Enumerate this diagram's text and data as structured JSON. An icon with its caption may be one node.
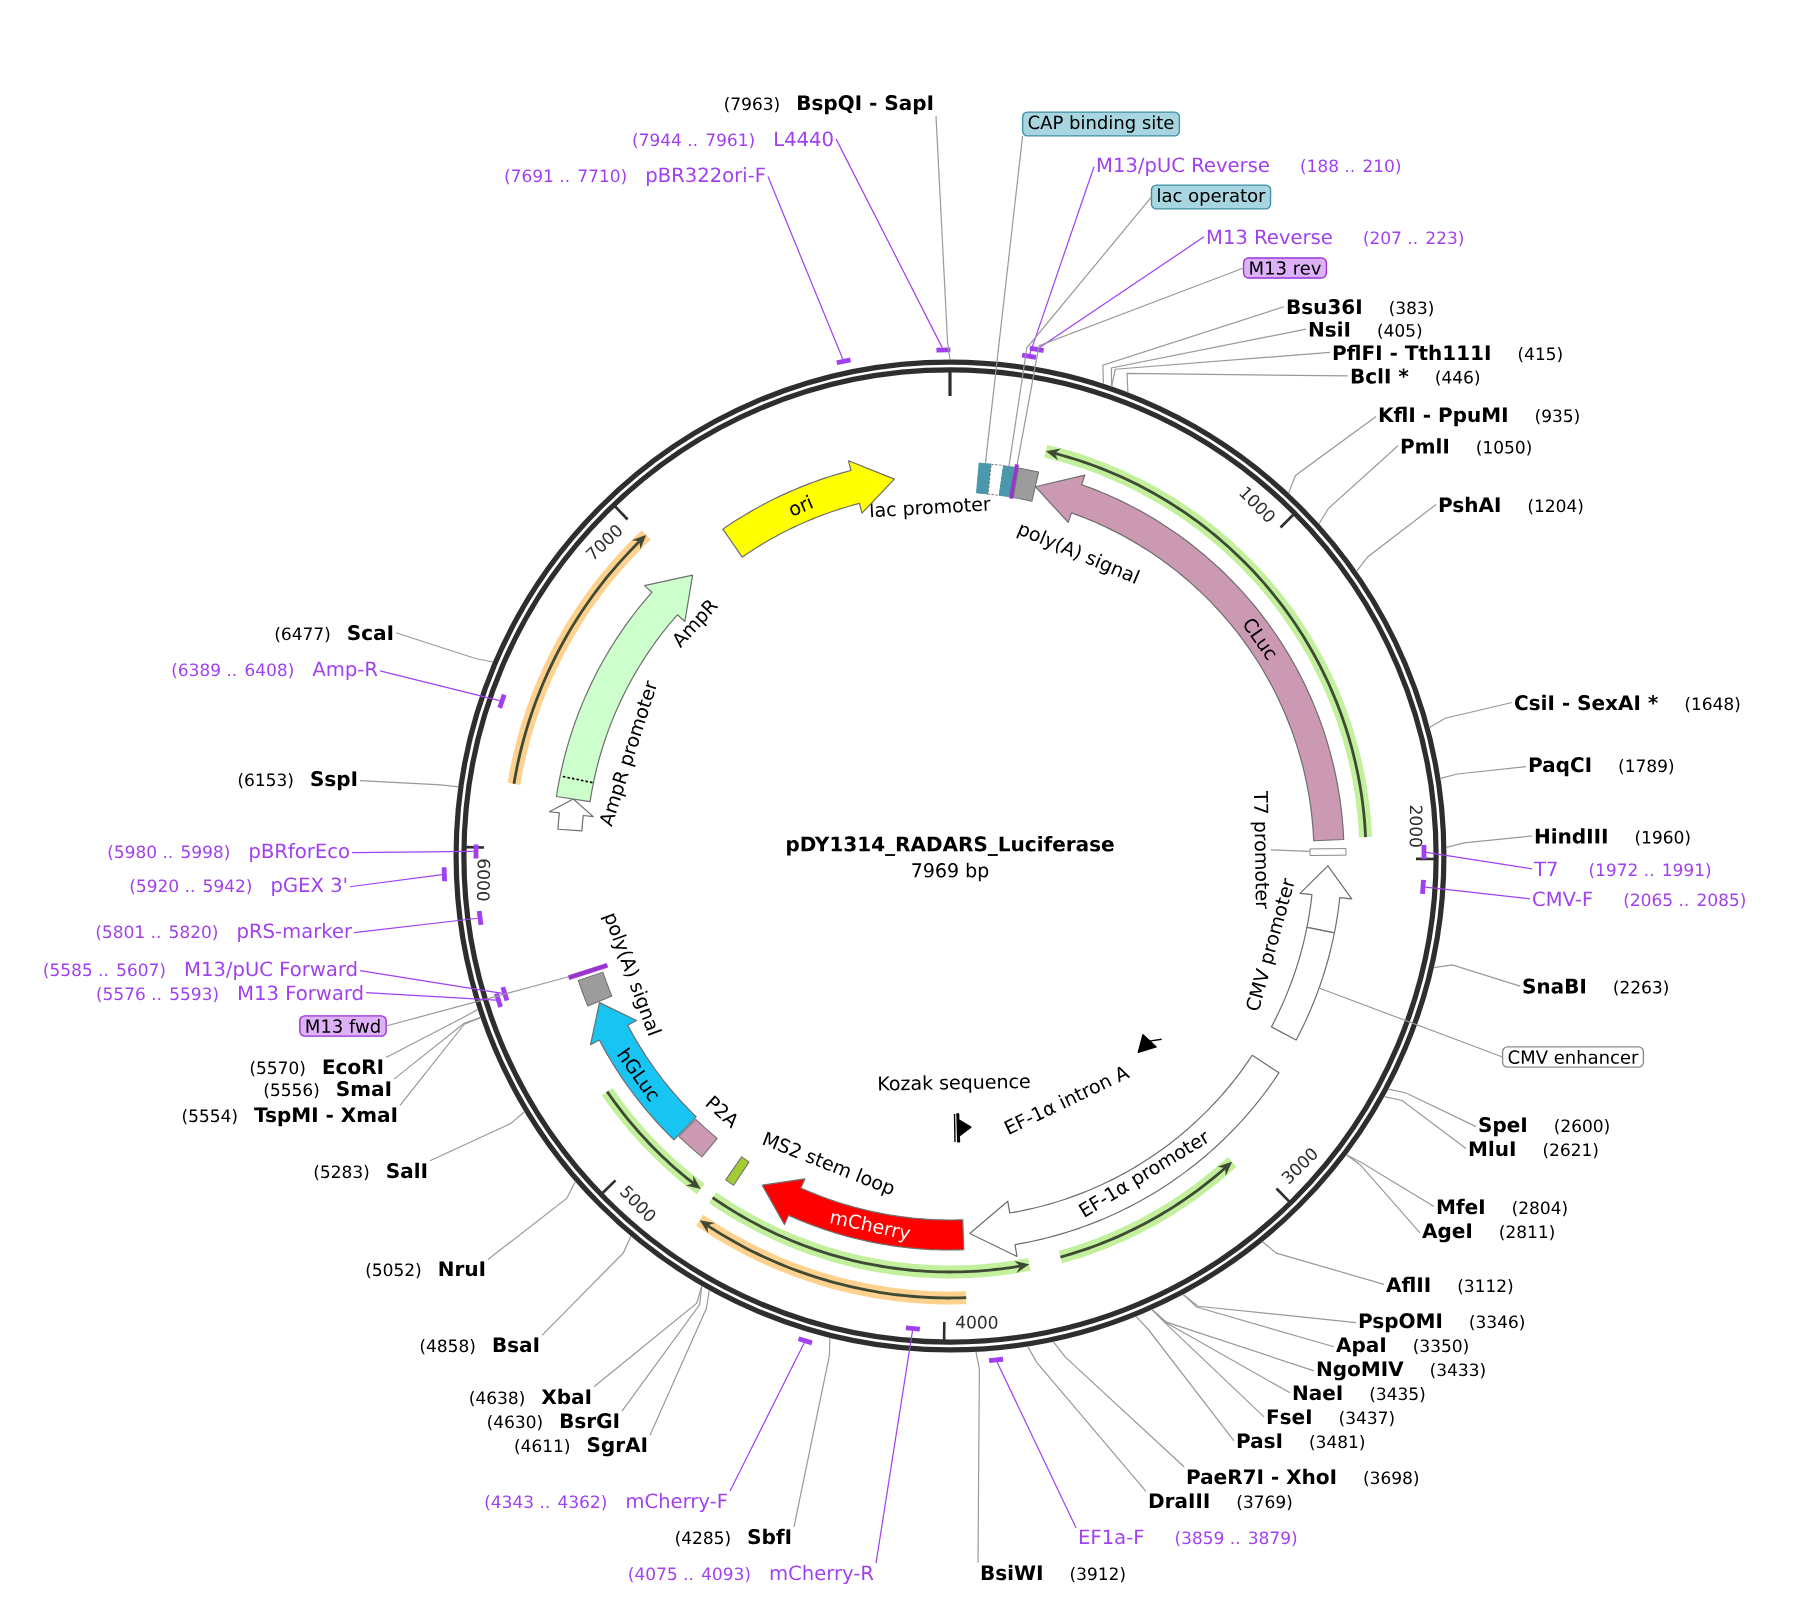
{
  "diagram": {
    "title": "pDY1314_RADARS_Luciferase",
    "nodes": [
      {
        "text": [],
        "shape": "circle"
      },
      {
        "text": [],
        "shape": "box",
        "in": 0
      },
      {
        "text": [
          "lac promoter"
        ],
        "in": 0
      },
      {
        "text": [],
        "shape": "box",
        "in": 0
      },
      {
        "text": [],
        "shape": "bar",
        "in": 0
      },
      {
        "text": [
          "poly(A) signal"
        ],
        "in": 0
      },
      {
        "text": [
          "CLuc"
        ],
        "in": 0
      },
      {
        "text": [
          "T7 promoter"
        ],
        "in": 0
      },
      {
        "text": [],
        "shape": "box",
        "in": 0
      },
      {
        "text": [
          "CMV promoter"
        ],
        "in": 0
      },
      {
        "text": [],
        "shape": "bar",
        "in": 0
      },
      {
        "text": [
          "EF-1α intron A"
        ],
        "in": 0
      },
      {
        "text": [
          "EF-1α promoter"
        ],
        "in": 0
      },
      {
        "text": [
          "Kozak sequence"
        ],
        "in": 0
      },
      {
        "text": [
          "mCherry"
        ],
        "in": 0
      },
      {
        "text": [
          "MS2 stem loop"
        ],
        "in": 0
      },
      {
        "text": [
          "P2A"
        ],
        "in": 0
      },
      {
        "text": [
          "hGLuc"
        ],
        "in": 0
      },
      {
        "text": [
          "poly(A) signal"
        ],
        "in": 0
      },
      {
        "text": [],
        "shape": "bar",
        "in": 0
      },
      {
        "text": [
          "AmpR promoter"
        ],
        "in": 0
      },
      {
        "text": [
          "AmpR"
        ],
        "in": 0
      },
      {
        "text": [
          "ori"
        ],
        "in": 0
      },
      {
        "text": [
          "BspQI - SapI"
        ],
        "beside": [
          "(7963)"
        ]
      },
      {
        "text": [
          "CAP binding site"
        ]
      },
      {
        "text": [
          "M13/pUC Reverse"
        ],
        "beside": [
          "(188 .. 210)"
        ]
      },
      {
        "text": [],
        "shape": "bar"
      },
      {
        "text": [
          "lac operator"
        ]
      },
      {
        "text": [
          "M13 Reverse"
        ],
        "beside": [
          "(207 .. 223)"
        ]
      },
      {
        "text": [],
        "shape": "bar"
      },
      {
        "text": [
          "M13 rev"
        ]
      },
      {
        "text": [
          "Bsu36I"
        ],
        "beside": [
          "(383)"
        ]
      },
      {
        "text": [
          "NsiI"
        ],
        "beside": [
          "(405)"
        ]
      },
      {
        "text": [
          "PflFI - Tth111I"
        ],
        "beside": [
          "(415)"
        ]
      },
      {
        "text": [
          "BclI *"
        ],
        "beside": [
          "(446)"
        ]
      },
      {
        "text": [
          "KflI - PpuMI"
        ],
        "beside": [
          "(935)"
        ]
      },
      {
        "text": [
          "PmlI"
        ],
        "beside": [
          "(1050)"
        ]
      },
      {
        "text": [
          "PshAI"
        ],
        "beside": [
          "(1204)"
        ]
      },
      {
        "text": [
          "CsiI - SexAI *"
        ],
        "beside": [
          "(1648)"
        ]
      },
      {
        "text": [
          "PaqCI"
        ],
        "beside": [
          "(1789)"
        ]
      },
      {
        "text": [
          "HindIII"
        ],
        "beside": [
          "(1960)"
        ]
      },
      {
        "text": [
          "T7"
        ],
        "beside": [
          "(1972 .. 1991)"
        ]
      },
      {
        "text": [],
        "shape": "bar",
        "in": 0
      },
      {
        "text": [
          "CMV-F"
        ],
        "beside": [
          "(2065 .. 2085)"
        ]
      },
      {
        "text": [],
        "shape": "bar",
        "in": 0
      },
      {
        "text": [
          "SnaBI"
        ],
        "beside": [
          "(2263)"
        ]
      },
      {
        "text": [
          "CMV enhancer"
        ]
      },
      {
        "text": [
          "SpeI"
        ],
        "beside": [
          "(2600)"
        ]
      },
      {
        "text": [
          "MluI"
        ],
        "beside": [
          "(2621)"
        ]
      },
      {
        "text": [
          "MfeI"
        ],
        "beside": [
          "(2804)"
        ]
      },
      {
        "text": [
          "AgeI"
        ],
        "beside": [
          "(2811)"
        ]
      },
      {
        "text": [
          "AflII"
        ],
        "beside": [
          "(3112)"
        ]
      },
      {
        "text": [
          "PspOMI"
        ],
        "beside": [
          "(3346)"
        ]
      },
      {
        "text": [
          "ApaI"
        ],
        "beside": [
          "(3350)"
        ]
      },
      {
        "text": [
          "NgoMIV"
        ],
        "beside": [
          "(3433)"
        ]
      },
      {
        "text": [
          "NaeI"
        ],
        "beside": [
          "(3435)"
        ]
      },
      {
        "text": [
          "FseI"
        ],
        "beside": [
          "(3437)"
        ]
      },
      {
        "text": [
          "PasI"
        ],
        "beside": [
          "(3481)"
        ]
      },
      {
        "text": [
          "PaeR7I - XhoI"
        ],
        "beside": [
          "(3698)"
        ]
      },
      {
        "text": [
          "DraIII"
        ],
        "beside": [
          "(3769)"
        ]
      },
      {
        "text": [
          "EF1a-F"
        ],
        "beside": [
          "(3859 .. 3879)"
        ]
      },
      {
        "text": [],
        "shape": "bar"
      },
      {
        "text": [
          "BsiWI"
        ],
        "beside": [
          "(3912)"
        ]
      },
      {
        "text": [
          "mCherry-R"
        ],
        "beside": [
          "(4075 .. 4093)"
        ]
      },
      {
        "text": [],
        "shape": "bar",
        "in": 0
      },
      {
        "text": [
          "SbfI"
        ],
        "beside": [
          "(4285)"
        ]
      },
      {
        "text": [
          "mCherry-F"
        ],
        "beside": [
          "(4343 .. 4362)"
        ]
      },
      {
        "text": [],
        "shape": "bar"
      },
      {
        "text": [
          "SgrAI"
        ],
        "beside": [
          "(4611)"
        ]
      },
      {
        "text": [
          "BsrGI"
        ],
        "beside": [
          "(4630)"
        ]
      },
      {
        "text": [
          "XbaI"
        ],
        "beside": [
          "(4638)"
        ]
      },
      {
        "text": [
          "BsaI"
        ],
        "beside": [
          "(4858)"
        ]
      },
      {
        "text": [
          "NruI"
        ],
        "beside": [
          "(5052)"
        ]
      },
      {
        "text": [
          "SalI"
        ],
        "beside": [
          "(5283)"
        ]
      },
      {
        "text": [
          "TspMI - XmaI"
        ],
        "beside": [
          "(5554)"
        ]
      },
      {
        "text": [
          "SmaI"
        ],
        "beside": [
          "(5556)"
        ]
      },
      {
        "text": [
          "EcoRI"
        ],
        "beside": [
          "(5570)"
        ]
      },
      {
        "text": [
          "M13 fwd"
        ]
      },
      {
        "text": [
          "M13 Forward"
        ],
        "beside": [
          "(5576 .. 5593)"
        ]
      },
      {
        "text": [],
        "shape": "bar",
        "in": 0
      },
      {
        "text": [
          "M13/pUC Forward"
        ],
        "beside": [
          "(5585 .. 5607)"
        ]
      },
      {
        "text": [],
        "shape": "bar",
        "in": 0
      },
      {
        "text": [
          "pRS-marker"
        ],
        "beside": [
          "(5801 .. 5820)"
        ]
      },
      {
        "text": [],
        "shape": "bar",
        "in": 0
      },
      {
        "text": [
          "pGEX 3'"
        ],
        "beside": [
          "(5920 .. 5942)"
        ]
      },
      {
        "text": [],
        "shape": "bar"
      },
      {
        "text": [
          "pBRforEco"
        ],
        "beside": [
          "(5980 .. 5998)"
        ]
      },
      {
        "text": [],
        "shape": "bar",
        "in": 0
      },
      {
        "text": [
          "SspI"
        ],
        "beside": [
          "(6153)"
        ]
      },
      {
        "text": [
          "Amp-R"
        ],
        "beside": [
          "(6389 .. 6408)"
        ]
      },
      {
        "text": [],
        "shape": "bar",
        "in": 0
      },
      {
        "text": [
          "ScaI"
        ],
        "beside": [
          "(6477)"
        ]
      },
      {
        "text": [
          "pBR322ori-F"
        ],
        "beside": [
          "(7691 .. 7710)"
        ]
      },
      {
        "text": [],
        "shape": "bar"
      },
      {
        "text": [
          "L4440"
        ],
        "beside": [
          "(7944 .. 7961)"
        ]
      },
      {
        "text": [],
        "shape": "bar"
      }
    ],
    "edges": [
      {
        "from": 7,
        "to": 8,
        "arrow": "none"
      },
      {
        "from": 23,
        "to": 0,
        "arrow": "none"
      },
      {
        "from": 24,
        "to": 1,
        "arrow": "none"
      },
      {
        "from": 25,
        "to": 26,
        "arrow": "none",
        "color": "#a040f0"
      },
      {
        "from": 27,
        "to": 3,
        "arrow": "none"
      },
      {
        "from": 28,
        "to": 29,
        "arrow": "none",
        "color": "#a040f0"
      },
      {
        "from": 30,
        "to": 4,
        "arrow": "none"
      },
      {
        "from": 31,
        "to": 0,
        "arrow": "none"
      },
      {
        "from": 32,
        "to": 0,
        "arrow": "none"
      },
      {
        "from": 33,
        "to": 0,
        "arrow": "none"
      },
      {
        "from": 34,
        "to": 0,
        "arrow": "none"
      },
      {
        "from": 35,
        "to": 0,
        "arrow": "none"
      },
      {
        "from": 36,
        "to": 0,
        "arrow": "none"
      },
      {
        "from": 37,
        "to": 0,
        "arrow": "none"
      },
      {
        "from": 38,
        "to": 0,
        "arrow": "none"
      },
      {
        "from": 39,
        "to": 0,
        "arrow": "none"
      },
      {
        "from": 40,
        "to": 0,
        "arrow": "none"
      },
      {
        "from": 41,
        "to": 42,
        "arrow": "none",
        "color": "#a040f0"
      },
      {
        "from": 43,
        "to": 44,
        "arrow": "none",
        "color": "#a040f0"
      },
      {
        "from": 45,
        "to": 0,
        "arrow": "none"
      },
      {
        "from": 46,
        "to": 10,
        "arrow": "none"
      },
      {
        "from": 47,
        "to": 0,
        "arrow": "none"
      },
      {
        "from": 48,
        "to": 0,
        "arrow": "none"
      },
      {
        "from": 49,
        "to": 0,
        "arrow": "none"
      },
      {
        "from": 50,
        "to": 0,
        "arrow": "none"
      },
      {
        "from": 51,
        "to": 0,
        "arrow": "none"
      },
      {
        "from": 52,
        "to": 0,
        "arrow": "none"
      },
      {
        "from": 53,
        "to": 0,
        "arrow": "none"
      },
      {
        "from": 54,
        "to": 0,
        "arrow": "none"
      },
      {
        "from": 55,
        "to": 0,
        "arrow": "none"
      },
      {
        "from": 56,
        "to": 0,
        "arrow": "none"
      },
      {
        "from": 57,
        "to": 0,
        "arrow": "none"
      },
      {
        "from": 58,
        "to": 0,
        "arrow": "none"
      },
      {
        "from": 59,
        "to": 0,
        "arrow": "none"
      },
      {
        "from": 60,
        "to": 61,
        "arrow": "none",
        "color": "#a040f0"
      },
      {
        "from": 62,
        "to": 0,
        "arrow": "none"
      },
      {
        "from": 63,
        "to": 64,
        "arrow": "none",
        "color": "#a040f0"
      },
      {
        "from": 65,
        "to": 0,
        "arrow": "none"
      },
      {
        "from": 66,
        "to": 67,
        "arrow": "none",
        "color": "#a040f0"
      },
      {
        "from": 68,
        "to": 0,
        "arrow": "none"
      },
      {
        "from": 69,
        "to": 0,
        "arrow": "none"
      },
      {
        "from": 70,
        "to": 0,
        "arrow": "none"
      },
      {
        "from": 71,
        "to": 0,
        "arrow": "none"
      },
      {
        "from": 72,
        "to": 0,
        "arrow": "none"
      },
      {
        "from": 73,
        "to": 0,
        "arrow": "none"
      },
      {
        "from": 74,
        "to": 0,
        "arrow": "none"
      },
      {
        "from": 75,
        "to": 0,
        "arrow": "none"
      },
      {
        "from": 76,
        "to": 0,
        "arrow": "none"
      },
      {
        "from": 77,
        "to": 19,
        "arrow": "none"
      },
      {
        "from": 78,
        "to": 79,
        "arrow": "none",
        "color": "#a040f0"
      },
      {
        "from": 80,
        "to": 81,
        "arrow": "none",
        "color": "#a040f0"
      },
      {
        "from": 82,
        "to": 83,
        "arrow": "none",
        "color": "#a040f0"
      },
      {
        "from": 84,
        "to": 85,
        "arrow": "none",
        "color": "#a040f0"
      },
      {
        "from": 86,
        "to": 87,
        "arrow": "none",
        "color": "#a040f0"
      },
      {
        "from": 88,
        "to": 0,
        "arrow": "none"
      },
      {
        "from": 89,
        "to": 90,
        "arrow": "none",
        "color": "#a040f0"
      },
      {
        "from": 91,
        "to": 0,
        "arrow": "none"
      },
      {
        "from": 92,
        "to": 93,
        "arrow": "none",
        "color": "#a040f0"
      },
      {
        "from": 94,
        "to": 95,
        "arrow": "none",
        "color": "#a040f0"
      }
    ],
    "labels": [
      "7969 bp",
      "1000",
      "2000",
      "3000",
      "4000",
      "5000",
      "6000",
      "7000"
    ]
  }
}
